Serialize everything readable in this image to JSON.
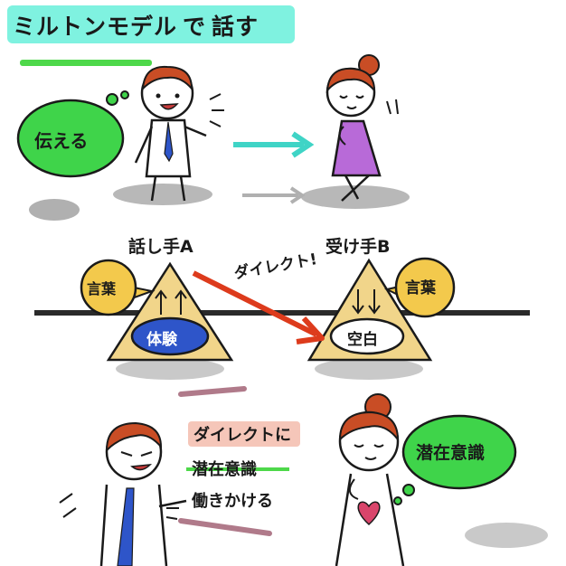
{
  "title": {
    "main": "ミルトンモデル",
    "particle": "で",
    "verb": "話す"
  },
  "speaker_label": "話し手A",
  "listener_label": "受け手B",
  "bubble_convey": "伝える",
  "word_left": "言葉",
  "word_right": "言葉",
  "direct_label": "ダイレクト!",
  "experience_label": "体験",
  "blank_label": "空白",
  "note": {
    "line1": "ダイレクトに",
    "line2": "潜在意識",
    "line3": "働きかける"
  },
  "bubble_subconscious": "潜在意識",
  "colors": {
    "bubble_green": "#3fd44a",
    "bubble_yellow": "#f3c94c",
    "triangle": "#f1d58a",
    "highlight_cyan": "#7ff2e0",
    "arrow_red": "#dd3b1c",
    "hair": "#c94d25",
    "dress": "#b86ad8",
    "oval_blue": "#2e55c9",
    "heart": "#d9456b"
  }
}
